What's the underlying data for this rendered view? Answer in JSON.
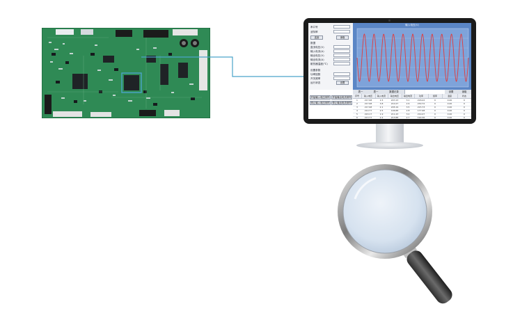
{
  "monitor": {
    "chart_title": "输入电压(V)",
    "side_labels": [
      "串口号",
      "波特率",
      "数据",
      "直流电压(V)",
      "输入电流(A)",
      "输出电压(V)",
      "输出电流(A)",
      "散热器温度(℃)",
      "设置参数",
      "功率因数",
      "开关频率",
      "运行状态"
    ],
    "buttons": {
      "open": "连接",
      "read": "读取",
      "set": "设置",
      "start_a": "开始输入电压采样",
      "start_b": "开始输出电流采样",
      "stop_a": "停止输入电压采样",
      "stop_b": "停止输出电流采样"
    },
    "tabs": [
      "表一",
      "表一",
      "数据记录",
      "设置",
      "读取"
    ],
    "table_headers": [
      "序号",
      "输入电压",
      "输入电流",
      "输出电压",
      "输出电流",
      "功率",
      "频率",
      "温度",
      "状态"
    ],
    "table_rows": [
      [
        "1",
        "217.98",
        "1.5",
        "207.23",
        "3.1",
        "218.22",
        "0",
        "0.00",
        "0"
      ],
      [
        "2",
        "217.98",
        "3.8",
        "210.27",
        "2.6",
        "230.72",
        "0",
        "0.00",
        "0"
      ],
      [
        "3",
        "217.98",
        "2.1",
        "205.19",
        "3.5",
        "215.73",
        "0",
        "0.00",
        "0"
      ],
      [
        "4",
        "210.77",
        "2.5",
        "196.88",
        "2.8",
        "177.98",
        "0",
        "0.00",
        "0"
      ],
      [
        "5",
        "220.17",
        "1.9",
        "211.43",
        "3.0",
        "219.47",
        "0",
        "0.00",
        "0"
      ],
      [
        "6",
        "213.77",
        "2.2",
        "213.88",
        "2.7",
        "190.36",
        "0",
        "0.00",
        "0"
      ]
    ]
  },
  "colors": {
    "pcb": "#2f8a55",
    "plot_bg": "#5b86c6",
    "wave": "#e23b3b",
    "connector": "#4aa3c9",
    "lens_tint": "#d6e2ef"
  },
  "icons": {
    "board": "circuit-board-icon",
    "monitor": "monitor-icon",
    "magnifier": "magnifier-icon"
  }
}
